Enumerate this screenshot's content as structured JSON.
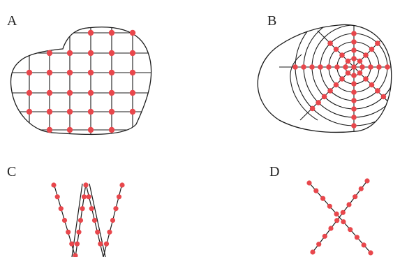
{
  "panels": {
    "a": {
      "label": "A"
    },
    "b": {
      "label": "B"
    },
    "c": {
      "label": "C"
    },
    "d": {
      "label": "D"
    }
  },
  "colors": {
    "stroke": "#1a1a1a",
    "point": "#e8474c",
    "background": "#ffffff"
  }
}
